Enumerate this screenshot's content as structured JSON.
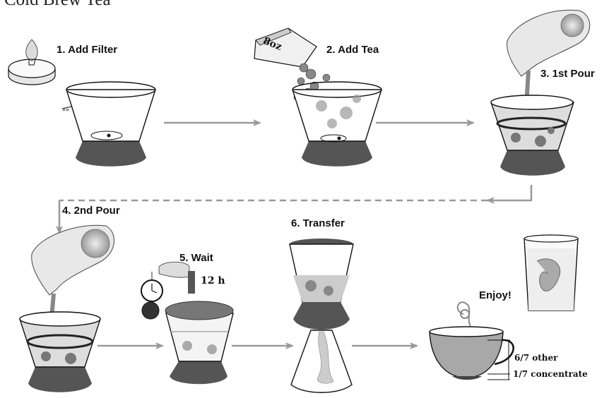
{
  "title": "Cold Brew Tea",
  "steps": [
    {
      "label": "1.  Add Filter"
    },
    {
      "label": "2.  Add Tea"
    },
    {
      "label": "3.  1st Pour"
    },
    {
      "label": "4.  2nd Pour"
    },
    {
      "label": "5.  Wait"
    },
    {
      "label": "6.  Transfer"
    }
  ],
  "enjoy": "Enjoy!",
  "bag_label": "8oz",
  "wait_time": "12 h",
  "cup_ratio": {
    "upper": "6/7 other",
    "lower": "1/7 concentrate"
  },
  "colors": {
    "base": "#555555",
    "arrow": "#9a9a9a",
    "liquid": "#b5b5b5",
    "ink": "#111111"
  }
}
